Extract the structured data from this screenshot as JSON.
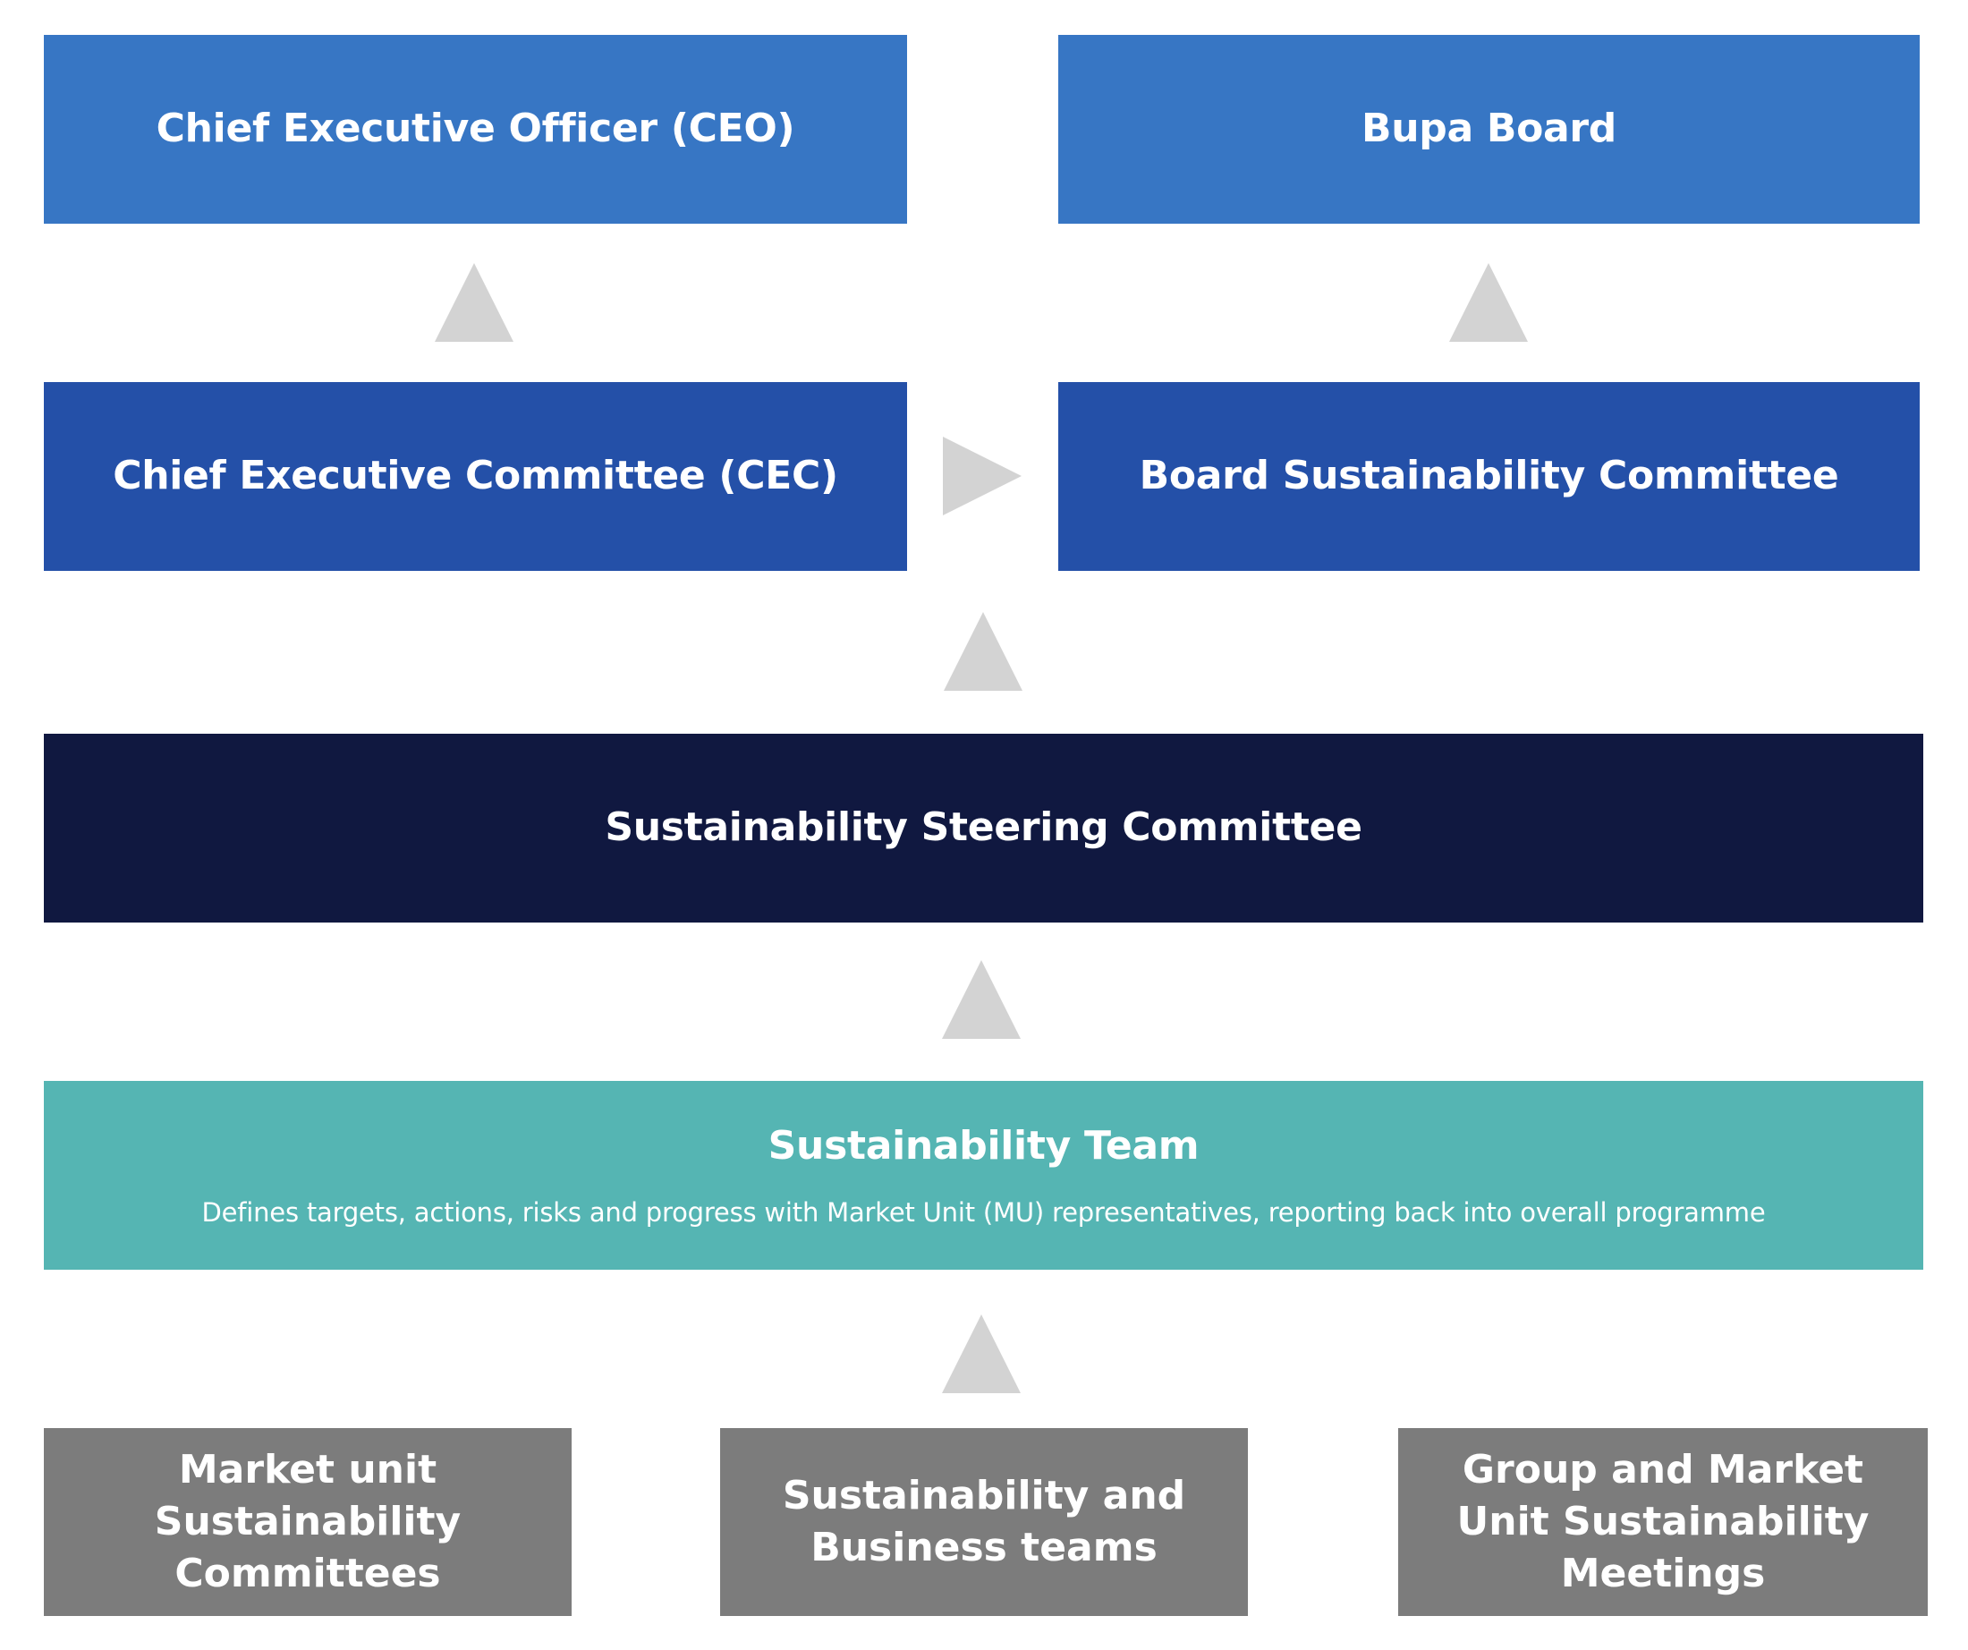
{
  "colors": {
    "light_blue": "#3776c4",
    "mid_blue": "#2450a8",
    "navy": "#101840",
    "teal": "#55b5b3",
    "grey": "#7c7c7c",
    "arrow_grey": "#d3d3d3"
  },
  "nodes": {
    "ceo": "Chief Executive Officer (CEO)",
    "board": "Bupa Board",
    "cec": "Chief Executive Committee (CEC)",
    "bsc": "Board Sustainability Committee",
    "steering": "Sustainability Steering Committee",
    "team": {
      "title": "Sustainability Team",
      "description": "Defines targets, actions, risks and progress with Market Unit (MU) representatives, reporting back into overall programme"
    },
    "bottom": [
      "Market unit Sustainability Committees",
      "Sustainability and Business teams",
      "Group and Market Unit Sustainability Meetings"
    ]
  },
  "arrows": [
    {
      "from": "cec",
      "to": "ceo",
      "icon": "arrow-up-icon"
    },
    {
      "from": "bsc",
      "to": "board",
      "icon": "arrow-up-icon"
    },
    {
      "from": "cec",
      "to": "bsc",
      "icon": "arrow-right-icon"
    },
    {
      "from": "steering",
      "to": "cec",
      "icon": "arrow-up-icon"
    },
    {
      "from": "team",
      "to": "steering",
      "icon": "arrow-up-icon"
    },
    {
      "from": "bottom",
      "to": "team",
      "icon": "arrow-up-icon"
    }
  ]
}
